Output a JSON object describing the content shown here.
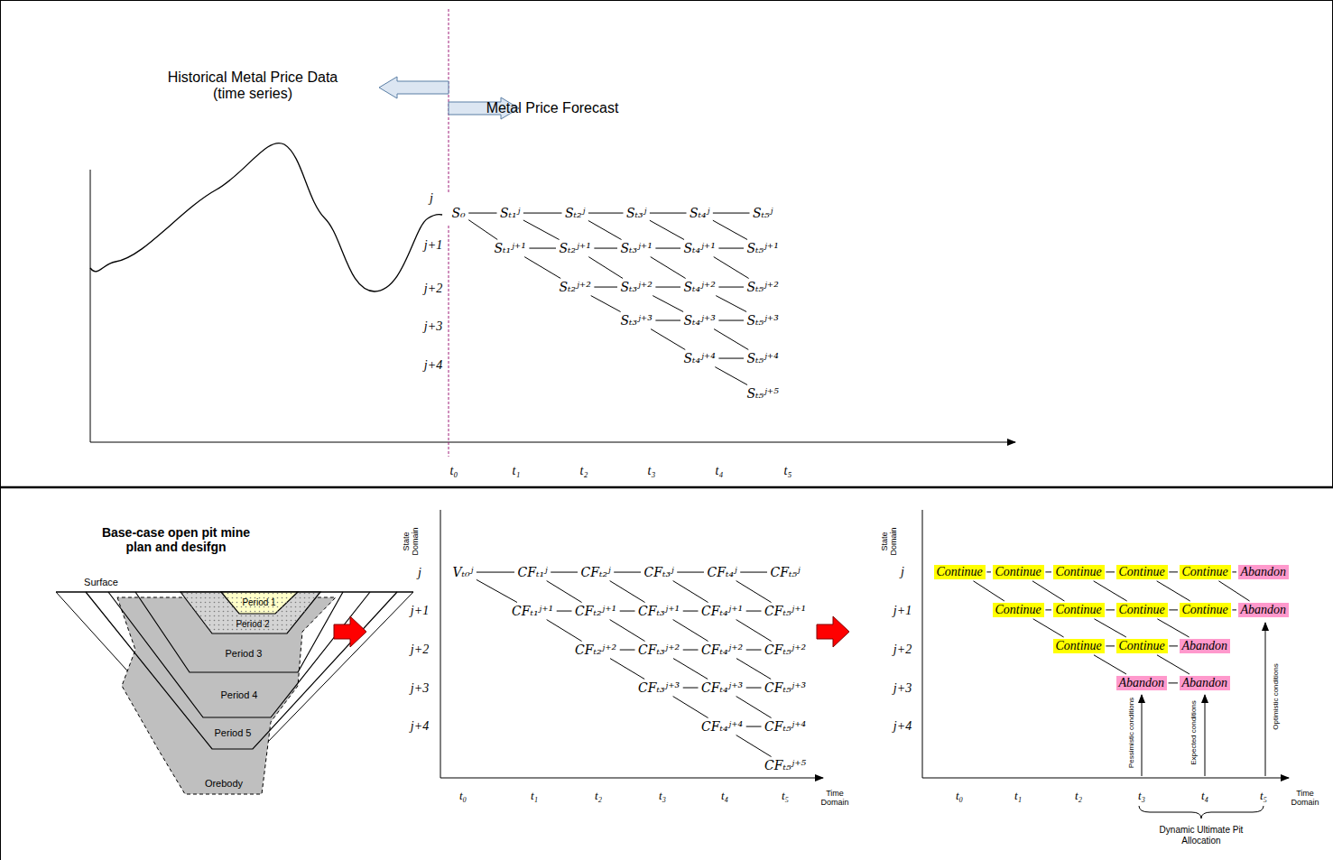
{
  "diagram": {
    "nodes": [
      {
        "text": [
          "S₀"
        ]
      },
      {
        "text": [
          "Sₜ₁ʲ"
        ]
      },
      {
        "text": [
          "Sₜ₂ʲ"
        ]
      },
      {
        "text": [
          "Sₜ₃ʲ"
        ]
      },
      {
        "text": [
          "Sₜ₄ʲ"
        ]
      },
      {
        "text": [
          "Sₜ₅ʲ"
        ]
      },
      {
        "text": [
          "Sₜ₁ʲ⁺¹"
        ]
      },
      {
        "text": [
          "Sₜ₂ʲ⁺¹"
        ]
      },
      {
        "text": [
          "Sₜ₃ʲ⁺¹"
        ]
      },
      {
        "text": [
          "Sₜ₄ʲ⁺¹"
        ]
      },
      {
        "text": [
          "Sₜ₅ʲ⁺¹"
        ]
      },
      {
        "text": [
          "Sₜ₂ʲ⁺²"
        ]
      },
      {
        "text": [
          "Sₜ₃ʲ⁺²"
        ]
      },
      {
        "text": [
          "Sₜ₄ʲ⁺²"
        ]
      },
      {
        "text": [
          "Sₜ₅ʲ⁺²"
        ]
      },
      {
        "text": [
          "Sₜ₃ʲ⁺³"
        ]
      },
      {
        "text": [
          "Sₜ₄ʲ⁺³"
        ]
      },
      {
        "text": [
          "Sₜ₅ʲ⁺³"
        ]
      },
      {
        "text": [
          "Sₜ₄ʲ⁺⁴"
        ]
      },
      {
        "text": [
          "Sₜ₅ʲ⁺⁴"
        ]
      },
      {
        "text": [
          "Sₜ₅ʲ⁺⁵"
        ]
      },
      {
        "text": [
          "Vₜ₀ʲ"
        ]
      },
      {
        "text": [
          "CFₜ₁ʲ"
        ]
      },
      {
        "text": [
          "CFₜ₂ʲ"
        ]
      },
      {
        "text": [
          "CFₜ₃ʲ"
        ]
      },
      {
        "text": [
          "CFₜ₄ʲ"
        ]
      },
      {
        "text": [
          "CFₜ₅ʲ"
        ]
      },
      {
        "text": [
          "CFₜ₁ʲ⁺¹"
        ]
      },
      {
        "text": [
          "CFₜ₂ʲ⁺¹"
        ]
      },
      {
        "text": [
          "CFₜ₃ʲ⁺¹"
        ]
      },
      {
        "text": [
          "CFₜ₄ʲ⁺¹"
        ]
      },
      {
        "text": [
          "CFₜ₅ʲ⁺¹"
        ]
      },
      {
        "text": [
          "CFₜ₂ʲ⁺²"
        ]
      },
      {
        "text": [
          "CFₜ₃ʲ⁺²"
        ]
      },
      {
        "text": [
          "CFₜ₄ʲ⁺²"
        ]
      },
      {
        "text": [
          "CFₜ₅ʲ⁺²"
        ]
      },
      {
        "text": [
          "CFₜ₃ʲ⁺³"
        ]
      },
      {
        "text": [
          "CFₜ₄ʲ⁺³"
        ]
      },
      {
        "text": [
          "CFₜ₅ʲ⁺³"
        ]
      },
      {
        "text": [
          "CFₜ₄ʲ⁺⁴"
        ]
      },
      {
        "text": [
          "CFₜ₅ʲ⁺⁴"
        ]
      },
      {
        "text": [
          "CFₜ₅ʲ⁺⁵"
        ]
      },
      {
        "text": [
          "Continue"
        ]
      },
      {
        "text": [
          "Continue"
        ]
      },
      {
        "text": [
          "Continue"
        ]
      },
      {
        "text": [
          "Continue"
        ]
      },
      {
        "text": [
          "Continue"
        ]
      },
      {
        "text": [
          "Abandon"
        ]
      },
      {
        "text": [
          "Continue"
        ]
      },
      {
        "text": [
          "Continue"
        ]
      },
      {
        "text": [
          "Continue"
        ]
      },
      {
        "text": [
          "Continue"
        ]
      },
      {
        "text": [
          "Abandon"
        ]
      },
      {
        "text": [
          "Continue"
        ]
      },
      {
        "text": [
          "Continue"
        ]
      },
      {
        "text": [
          "Abandon"
        ]
      },
      {
        "text": [
          "Abandon"
        ]
      },
      {
        "text": [
          "Abandon"
        ]
      }
    ],
    "edges": [
      {
        "from": 0,
        "to": 1,
        "arrow": "none"
      },
      {
        "from": 0,
        "to": 6,
        "arrow": "none"
      },
      {
        "from": 1,
        "to": 2,
        "arrow": "none"
      },
      {
        "from": 1,
        "to": 7,
        "arrow": "none"
      },
      {
        "from": 6,
        "to": 7,
        "arrow": "none"
      },
      {
        "from": 6,
        "to": 11,
        "arrow": "none"
      },
      {
        "from": 2,
        "to": 3,
        "arrow": "none"
      },
      {
        "from": 2,
        "to": 8,
        "arrow": "none"
      },
      {
        "from": 7,
        "to": 8,
        "arrow": "none"
      },
      {
        "from": 7,
        "to": 12,
        "arrow": "none"
      },
      {
        "from": 11,
        "to": 12,
        "arrow": "none"
      },
      {
        "from": 11,
        "to": 15,
        "arrow": "none"
      },
      {
        "from": 3,
        "to": 4,
        "arrow": "none"
      },
      {
        "from": 3,
        "to": 9,
        "arrow": "none"
      },
      {
        "from": 8,
        "to": 9,
        "arrow": "none"
      },
      {
        "from": 8,
        "to": 13,
        "arrow": "none"
      },
      {
        "from": 12,
        "to": 13,
        "arrow": "none"
      },
      {
        "from": 12,
        "to": 16,
        "arrow": "none"
      },
      {
        "from": 15,
        "to": 16,
        "arrow": "none"
      },
      {
        "from": 15,
        "to": 18,
        "arrow": "none"
      },
      {
        "from": 4,
        "to": 5,
        "arrow": "none"
      },
      {
        "from": 4,
        "to": 10,
        "arrow": "none"
      },
      {
        "from": 9,
        "to": 10,
        "arrow": "none"
      },
      {
        "from": 9,
        "to": 14,
        "arrow": "none"
      },
      {
        "from": 13,
        "to": 14,
        "arrow": "none"
      },
      {
        "from": 13,
        "to": 17,
        "arrow": "none"
      },
      {
        "from": 16,
        "to": 17,
        "arrow": "none"
      },
      {
        "from": 16,
        "to": 19,
        "arrow": "none"
      },
      {
        "from": 18,
        "to": 19,
        "arrow": "none"
      },
      {
        "from": 18,
        "to": 20,
        "arrow": "none"
      },
      {
        "from": 21,
        "to": 22,
        "arrow": "none"
      },
      {
        "from": 21,
        "to": 27,
        "arrow": "none"
      },
      {
        "from": 22,
        "to": 23,
        "arrow": "none"
      },
      {
        "from": 22,
        "to": 28,
        "arrow": "none"
      },
      {
        "from": 27,
        "to": 28,
        "arrow": "none"
      },
      {
        "from": 27,
        "to": 32,
        "arrow": "none"
      },
      {
        "from": 23,
        "to": 24,
        "arrow": "none"
      },
      {
        "from": 23,
        "to": 29,
        "arrow": "none"
      },
      {
        "from": 28,
        "to": 29,
        "arrow": "none"
      },
      {
        "from": 28,
        "to": 33,
        "arrow": "none"
      },
      {
        "from": 32,
        "to": 33,
        "arrow": "none"
      },
      {
        "from": 32,
        "to": 36,
        "arrow": "none"
      },
      {
        "from": 24,
        "to": 25,
        "arrow": "none"
      },
      {
        "from": 24,
        "to": 30,
        "arrow": "none"
      },
      {
        "from": 29,
        "to": 30,
        "arrow": "none"
      },
      {
        "from": 29,
        "to": 34,
        "arrow": "none"
      },
      {
        "from": 33,
        "to": 34,
        "arrow": "none"
      },
      {
        "from": 33,
        "to": 37,
        "arrow": "none"
      },
      {
        "from": 36,
        "to": 37,
        "arrow": "none"
      },
      {
        "from": 36,
        "to": 39,
        "arrow": "none"
      },
      {
        "from": 25,
        "to": 26,
        "arrow": "none"
      },
      {
        "from": 25,
        "to": 31,
        "arrow": "none"
      },
      {
        "from": 30,
        "to": 31,
        "arrow": "none"
      },
      {
        "from": 30,
        "to": 35,
        "arrow": "none"
      },
      {
        "from": 34,
        "to": 35,
        "arrow": "none"
      },
      {
        "from": 34,
        "to": 38,
        "arrow": "none"
      },
      {
        "from": 37,
        "to": 38,
        "arrow": "none"
      },
      {
        "from": 37,
        "to": 40,
        "arrow": "none"
      },
      {
        "from": 39,
        "to": 40,
        "arrow": "none"
      },
      {
        "from": 39,
        "to": 41,
        "arrow": "none"
      },
      {
        "from": 42,
        "to": 43,
        "arrow": "none"
      },
      {
        "from": 42,
        "to": 48,
        "arrow": "none"
      },
      {
        "from": 43,
        "to": 44,
        "arrow": "none"
      },
      {
        "from": 43,
        "to": 49,
        "arrow": "none"
      },
      {
        "from": 48,
        "to": 49,
        "arrow": "none"
      },
      {
        "from": 48,
        "to": 53,
        "arrow": "none"
      },
      {
        "from": 44,
        "to": 45,
        "arrow": "none"
      },
      {
        "from": 44,
        "to": 50,
        "arrow": "none"
      },
      {
        "from": 49,
        "to": 50,
        "arrow": "none"
      },
      {
        "from": 49,
        "to": 54,
        "arrow": "none"
      },
      {
        "from": 53,
        "to": 54,
        "arrow": "none"
      },
      {
        "from": 53,
        "to": 56,
        "arrow": "none"
      },
      {
        "from": 45,
        "to": 46,
        "arrow": "none"
      },
      {
        "from": 45,
        "to": 51,
        "arrow": "none"
      },
      {
        "from": 50,
        "to": 51,
        "arrow": "none"
      },
      {
        "from": 50,
        "to": 55,
        "arrow": "none"
      },
      {
        "from": 54,
        "to": 55,
        "arrow": "none"
      },
      {
        "from": 54,
        "to": 57,
        "arrow": "none"
      },
      {
        "from": 56,
        "to": 57,
        "arrow": "none"
      },
      {
        "from": 46,
        "to": 47,
        "arrow": "none"
      },
      {
        "from": 46,
        "to": 52,
        "arrow": "none"
      },
      {
        "from": 51,
        "to": 52,
        "arrow": "none"
      }
    ],
    "labels": [
      "Historical Metal Price Data (time series)",
      "Metal Price Forecast",
      "j",
      "j+1",
      "j+2",
      "j+3",
      "j+4",
      "t₀",
      "t₁",
      "t₂",
      "t₃",
      "t₄",
      "t₅",
      "Base-case open pit mine plan and desifgn",
      "Surface",
      "Period 1",
      "Period 2",
      "Period 3",
      "Period 4",
      "Period 5",
      "Orebody",
      "State Domain",
      "j",
      "j+1",
      "j+2",
      "j+3",
      "j+4",
      "t₀",
      "t₁",
      "t₂",
      "t₃",
      "t₄",
      "t₅",
      "Time Domain",
      "State Domain",
      "j",
      "j+1",
      "j+2",
      "j+3",
      "j+4",
      "Pessimistic conditions",
      "Expected conditions",
      "Optimistic conditions",
      "t₀",
      "t₁",
      "t₂",
      "t₃",
      "t₄",
      "t₅",
      "Time Domain",
      "Dynamic Ultimate Pit Allocation"
    ]
  }
}
